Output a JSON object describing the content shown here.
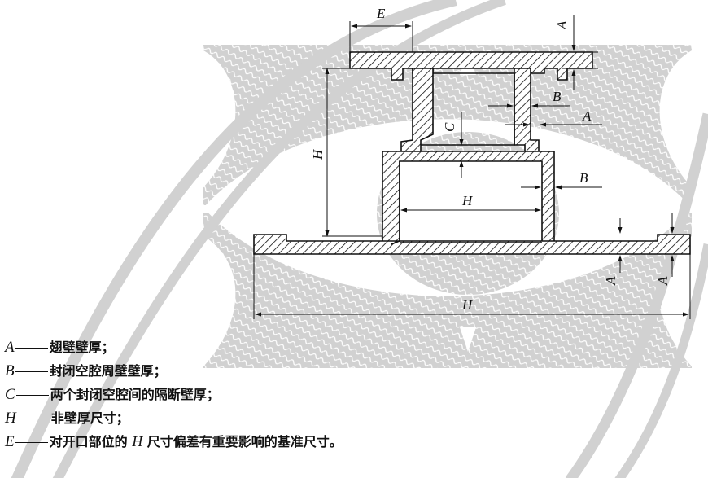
{
  "dimension_labels": {
    "E": "E",
    "A_top": "A",
    "B_upper": "B",
    "A_right": "A",
    "C": "C",
    "H_left": "H",
    "B_right": "B",
    "H_inner": "H",
    "A_bottom_left": "A",
    "A_bottom_right": "A",
    "H_bottom": "H"
  },
  "legend": [
    {
      "symbol": "A",
      "text": "翅壁壁厚；"
    },
    {
      "symbol": "B",
      "text": "封闭空腔周壁壁厚；"
    },
    {
      "symbol": "C",
      "text": "两个封闭空腔间的隔断壁厚；"
    },
    {
      "symbol": "H",
      "text": "非壁厚尺寸；"
    },
    {
      "symbol": "E",
      "text_before": "对开口部位的 ",
      "text_italic": "H",
      "text_after": " 尺寸偏差有重要影响的基准尺寸。"
    }
  ],
  "colors": {
    "watermark": "#c9c9c9",
    "profile_fill": "#ffffff",
    "line": "#111111"
  }
}
